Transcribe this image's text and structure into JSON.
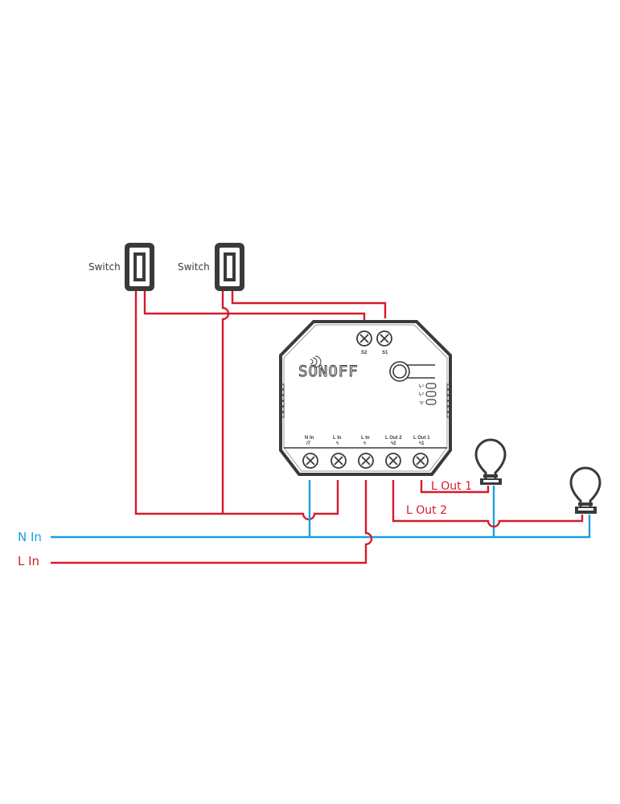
{
  "diagram": {
    "title": "",
    "colors": {
      "live": "#d71a2a",
      "neutral": "#1a9ee0",
      "device": "#3a3a3a"
    },
    "switches": [
      {
        "label": "Switch"
      },
      {
        "label": "Switch"
      }
    ],
    "device": {
      "brand": "SONOFF",
      "top_terminals": [
        "S2",
        "S1"
      ],
      "indicators": [
        "channel-1-led",
        "channel-2-led",
        "wifi-led"
      ],
      "bottom_terminals": [
        {
          "label": "N In",
          "symbol": "/7"
        },
        {
          "label": "L In",
          "symbol": "ϟ"
        },
        {
          "label": "L In",
          "symbol": "ϟ"
        },
        {
          "label": "L Out 2",
          "symbol": "ϟ2"
        },
        {
          "label": "L Out 1",
          "symbol": "ϟ1"
        }
      ]
    },
    "wire_labels": {
      "n_in": "N In",
      "l_in": "L In",
      "l_out_1": "L Out 1",
      "l_out_2": "L Out 2"
    },
    "lamps": [
      {
        "name": "lamp-1",
        "connected_to": "L Out 1"
      },
      {
        "name": "lamp-2",
        "connected_to": "L Out 2"
      }
    ]
  }
}
